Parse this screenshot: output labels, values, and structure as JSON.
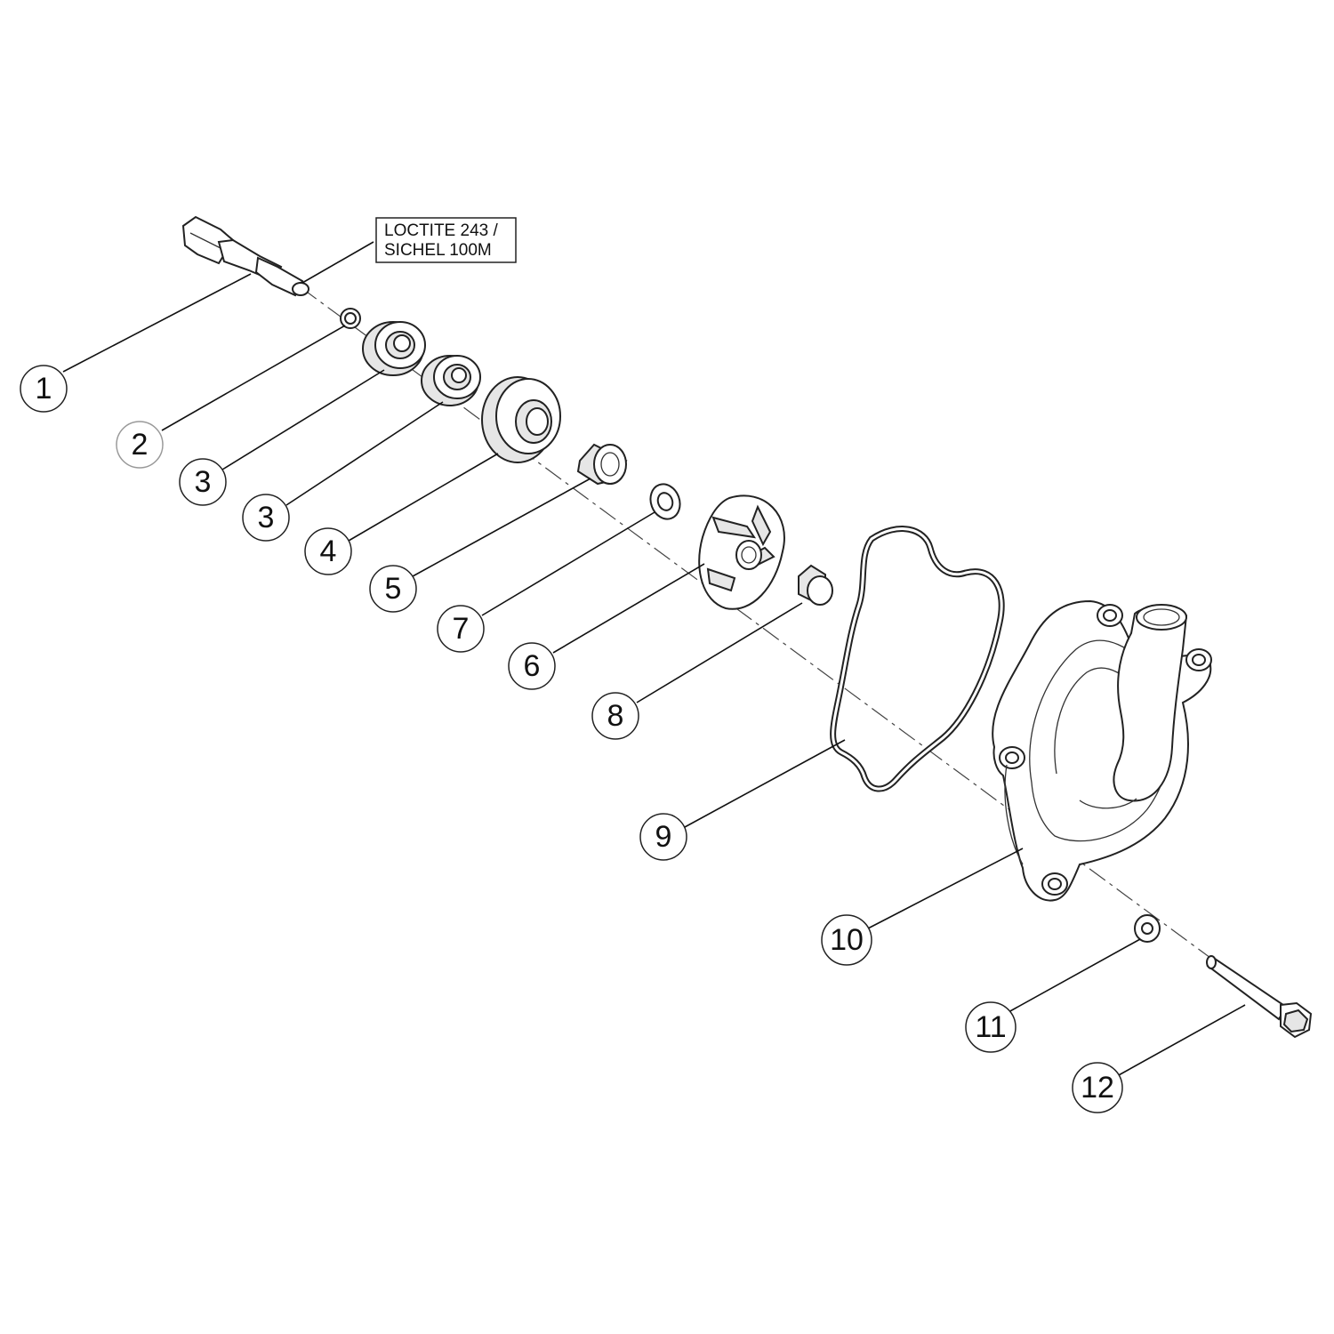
{
  "note": {
    "line1": "LOCTITE 243 /",
    "line2": "SICHEL 100M"
  },
  "callouts": [
    {
      "label": "1",
      "part": "pump-shaft"
    },
    {
      "label": "2",
      "part": "shaft-o-ring"
    },
    {
      "label": "3",
      "part": "ball-bearing-1"
    },
    {
      "label": "3",
      "part": "ball-bearing-2"
    },
    {
      "label": "4",
      "part": "shaft-seal-ring"
    },
    {
      "label": "5",
      "part": "spacer-sleeve"
    },
    {
      "label": "7",
      "part": "washer"
    },
    {
      "label": "6",
      "part": "impeller"
    },
    {
      "label": "8",
      "part": "impeller-nut"
    },
    {
      "label": "9",
      "part": "cover-gasket"
    },
    {
      "label": "10",
      "part": "pump-cover"
    },
    {
      "label": "11",
      "part": "bolt-washer"
    },
    {
      "label": "12",
      "part": "flange-bolt"
    }
  ]
}
